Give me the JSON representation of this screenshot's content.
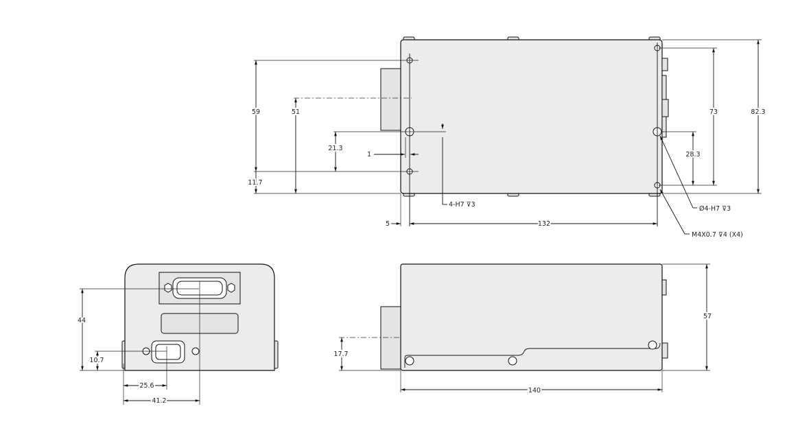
{
  "top_view": {
    "dims": {
      "d59": "59",
      "d11_7": "11.7",
      "d51": "51",
      "d21_3": "21.3",
      "d1": "1",
      "d5": "5",
      "d132": "132",
      "d73": "73",
      "d82_3": "82.3",
      "d28_3": "28.3"
    },
    "notes": {
      "pin_holes_left": "4-H7 ⊽3",
      "pin_holes_right": "Ø4-H7 ⊽3",
      "tapped_holes": "M4X0.7 ⊽4 (X4)"
    }
  },
  "front_view": {
    "dims": {
      "d44": "44",
      "d10_7": "10.7",
      "d25_6": "25.6",
      "d41_2": "41.2"
    }
  },
  "side_view": {
    "dims": {
      "d57": "57",
      "d17_7": "17.7",
      "d140": "140"
    }
  }
}
